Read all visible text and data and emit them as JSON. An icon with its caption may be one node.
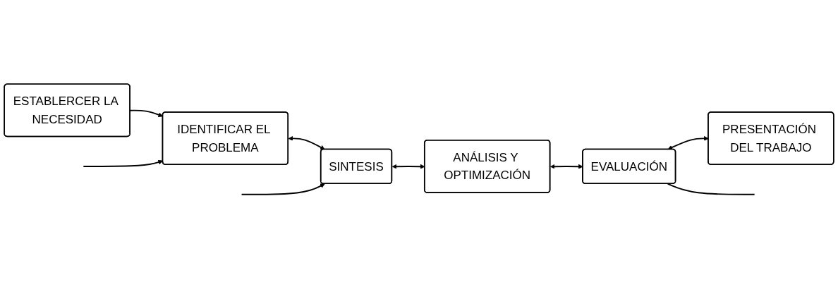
{
  "diagram": {
    "nodes": [
      {
        "text": [
          "ESTABLERCER LA NECESIDAD"
        ]
      },
      {
        "text": [
          "IDENTIFICAR EL PROBLEMA"
        ]
      },
      {
        "text": [
          "SINTESIS"
        ]
      },
      {
        "text": [
          "PRESENTACIÓN DEL TRABAJO"
        ]
      },
      {
        "text": [
          "EVALUACIÓN"
        ]
      },
      {
        "text": [
          "ANÁLISIS Y OPTIMIZACIÓN"
        ]
      }
    ],
    "edges": [
      {
        "from": 0,
        "to": 1,
        "arrow": "to"
      },
      {
        "from": 1,
        "to": 2,
        "arrow": "both"
      },
      {
        "from": 2,
        "to": 5,
        "arrow": "both"
      },
      {
        "from": 5,
        "to": 4,
        "arrow": "both"
      },
      {
        "from": 4,
        "to": 3,
        "arrow": "both"
      },
      {
        "from": null,
        "to": 1,
        "arrow": "to"
      },
      {
        "from": null,
        "to": 2,
        "arrow": "to"
      },
      {
        "from": 4,
        "to": null,
        "arrow": "none"
      }
    ]
  }
}
